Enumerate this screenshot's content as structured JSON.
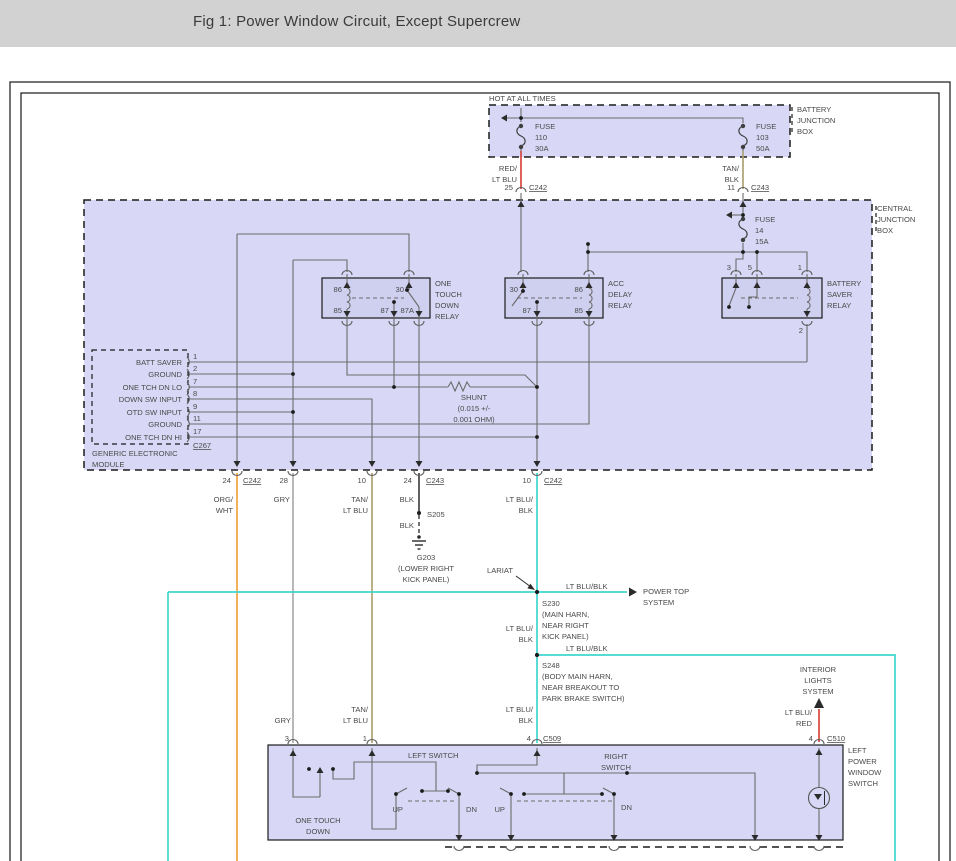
{
  "header": {
    "title": "Fig 1: Power Window Circuit, Except Supercrew"
  },
  "colors": {
    "box_fill": "#d8d8f6",
    "relay_fill": "#cfcff0",
    "orange": "#f2a33c",
    "gray": "#ababab",
    "tan": "#aea272",
    "black_wire": "#383838",
    "cyan": "#3fd6cf",
    "red": "#d94540",
    "header_bg": "#d2d2d2"
  },
  "bjb": {
    "hot": "HOT AT ALL TIMES",
    "box": [
      "BATTERY",
      "JUNCTION",
      "BOX"
    ],
    "fuse110": [
      "FUSE",
      "110",
      "30A"
    ],
    "fuse103": [
      "FUSE",
      "103",
      "50A"
    ],
    "pin_left": {
      "num": "25",
      "conn": "C242"
    },
    "pin_right": {
      "num": "11",
      "conn": "C243"
    }
  },
  "cjb": {
    "box": [
      "CENTRAL",
      "JUNCTION",
      "BOX"
    ],
    "fuse14": [
      "FUSE",
      "14",
      "15A"
    ],
    "otd": {
      "label": [
        "ONE",
        "TOUCH",
        "DOWN",
        "RELAY"
      ],
      "p86": "86",
      "p30": "30",
      "p85": "85",
      "p87": "87",
      "p87a": "87A"
    },
    "acc": {
      "label": [
        "ACC",
        "DELAY",
        "RELAY"
      ],
      "p30": "30",
      "p86": "86",
      "p87": "87",
      "p85": "85"
    },
    "bsr": {
      "label": [
        "BATTERY",
        "SAVER",
        "RELAY"
      ],
      "p3": "3",
      "p5": "5",
      "p1": "1",
      "p2": "2"
    },
    "shunt": [
      "SHUNT",
      "(0.015 +/-",
      "0.001 OHM)"
    ],
    "bottom_pins": [
      {
        "num": "24",
        "conn": "C242"
      },
      {
        "num": "28",
        "conn": ""
      },
      {
        "num": "10",
        "conn": ""
      },
      {
        "num": "24",
        "conn": "C243"
      },
      {
        "num": "10",
        "conn": "C242"
      }
    ]
  },
  "gem": {
    "label": [
      "GENERIC ELECTRONIC",
      "MODULE"
    ],
    "conn": "C267",
    "pins": [
      {
        "num": "1",
        "name": "BATT SAVER"
      },
      {
        "num": "2",
        "name": "GROUND"
      },
      {
        "num": "7",
        "name": "ONE TCH DN LO"
      },
      {
        "num": "8",
        "name": "DOWN SW INPUT"
      },
      {
        "num": "9",
        "name": "OTD SW INPUT"
      },
      {
        "num": "11",
        "name": "GROUND"
      },
      {
        "num": "17",
        "name": "ONE TCH DN HI"
      }
    ]
  },
  "wire_labels": {
    "red_ltblu": [
      "RED/",
      "LT BLU"
    ],
    "tan_blk": [
      "TAN/",
      "BLK"
    ],
    "org_wht": [
      "ORG/",
      "WHT"
    ],
    "gry": "GRY",
    "tan_ltblu": [
      "TAN/",
      "LT BLU"
    ],
    "blk": "BLK",
    "ltblu_blk": [
      "LT BLU/",
      "BLK"
    ],
    "ltblu_blk_inline": "LT BLU/BLK",
    "ltblu_red": [
      "LT BLU/",
      "RED"
    ]
  },
  "grounds": {
    "s205": "S205",
    "g203": [
      "G203",
      "(LOWER RIGHT",
      "KICK PANEL)"
    ]
  },
  "splices": {
    "lariat": "LARIAT",
    "s230": [
      "S230",
      "(MAIN HARN,",
      "NEAR RIGHT",
      "KICK PANEL)"
    ],
    "s248": [
      "S248",
      "(BODY MAIN HARN,",
      "NEAR BREAKOUT TO",
      "PARK BRAKE SWITCH)"
    ]
  },
  "systems": {
    "power_top": [
      "POWER TOP",
      "SYSTEM"
    ],
    "interior": [
      "INTERIOR",
      "LIGHTS",
      "SYSTEM"
    ]
  },
  "switch": {
    "label": [
      "LEFT",
      "POWER",
      "WINDOW",
      "SWITCH"
    ],
    "left_switch": "LEFT SWITCH",
    "right_switch": [
      "RIGHT",
      "SWITCH"
    ],
    "otd": [
      "ONE TOUCH",
      "DOWN"
    ],
    "up": "UP",
    "dn": "DN",
    "pin3": "3",
    "pin1": "1",
    "pin4a": "4",
    "c509": "C509",
    "pin4b": "4",
    "c510": "C510"
  }
}
